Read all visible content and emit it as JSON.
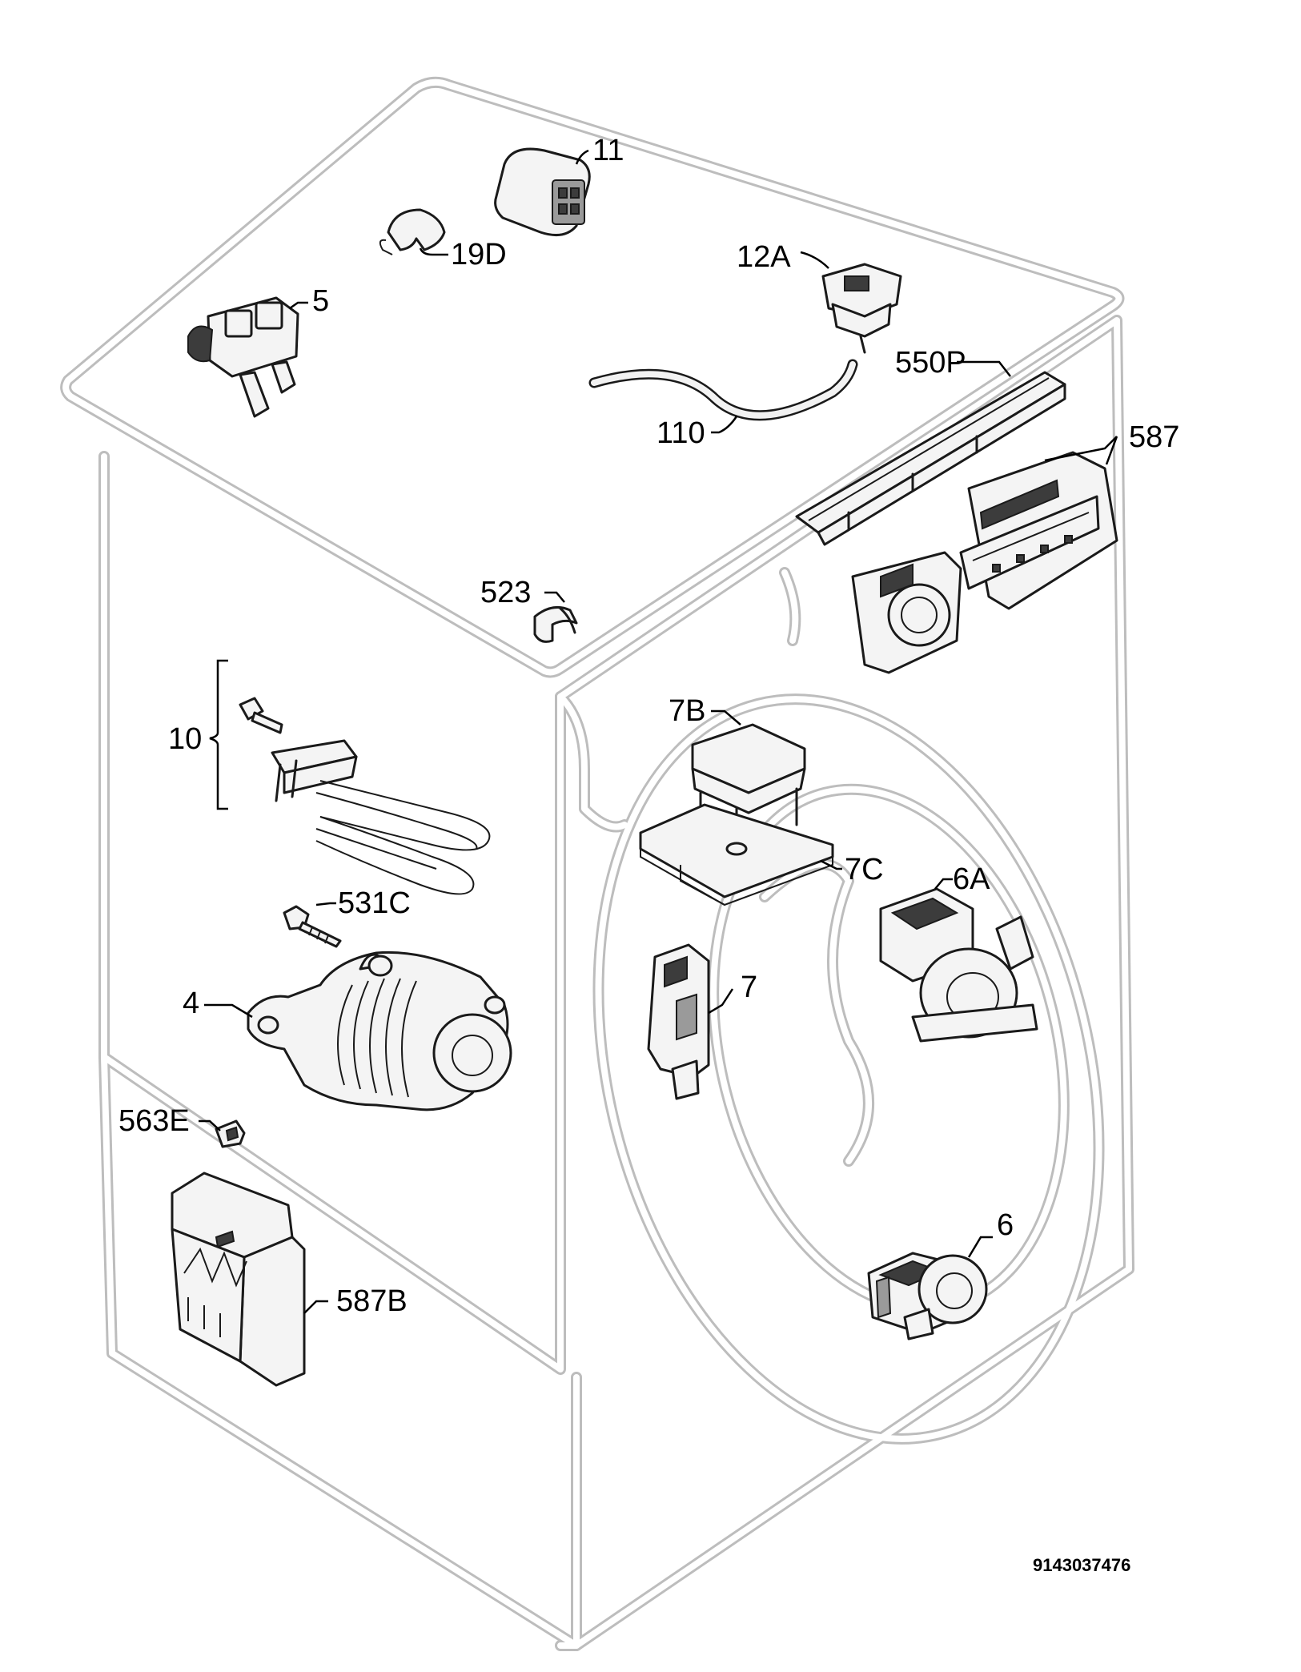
{
  "diagram": {
    "callouts": {
      "c11": "11",
      "c19d": "19D",
      "c12a": "12A",
      "c5": "5",
      "c550p": "550P",
      "c110": "110",
      "c587": "587",
      "c523": "523",
      "c10": "10",
      "c7b": "7B",
      "c7c": "7C",
      "c6a": "6A",
      "c531c": "531C",
      "c4": "4",
      "c7": "7",
      "c563e": "563E",
      "c6": "6",
      "c587b": "587B"
    },
    "document_number": "9143037476"
  }
}
